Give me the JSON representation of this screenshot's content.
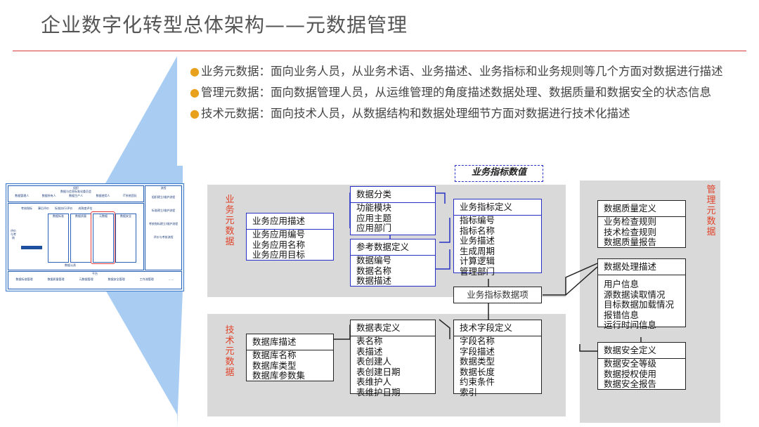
{
  "page": {
    "title": "企业数字化转型总体架构——元数据管理"
  },
  "bullets": [
    {
      "text": "业务元数据：面向业务人员，从业务术语、业务描述、业务指标和业务规则等几个方面对数据进行描述"
    },
    {
      "text": "管理元数据：面向数据管理人员，从运维管理的角度描述数据处理、数据质量和数据安全的状态信息"
    },
    {
      "text": "技术元数据：面向技术人员，从数据结构和数据处理细节方面对数据进行技术化描述"
    }
  ],
  "thumbnail": {
    "top_title": "组织",
    "top_sub": "数据与信息标准化委员会",
    "roles": [
      "数据管理人",
      "数据所有人",
      "数据生产人",
      "数据使用人",
      "IT系统团队"
    ],
    "side_top": "流程",
    "side_items": [
      "组织建立/维护流程",
      "标准建立/维护流程",
      "考核指标建立/维护流程",
      "评价与考核流程"
    ],
    "left_label": "评价与考核",
    "mid_labels": [
      "考核指标",
      "事后评价",
      "标准执行/评价",
      "成熟度评估"
    ],
    "columns": [
      "数据标准",
      "数据质量",
      "元数据",
      "数据安全"
    ],
    "bottom_label": "数据认责",
    "platform_title": "平台",
    "platform_items": [
      "数据标准管理",
      "数据质量管理",
      "元数据管理",
      "数据安全管理",
      "工作流管理",
      "......"
    ]
  },
  "diagram": {
    "side_labels": {
      "business": "业务元数据",
      "technical": "技术元数据",
      "management": "管理元数据"
    },
    "indicator_value": "业务指标数值",
    "center_item": "业务指标数据项",
    "boxes": {
      "data_category": {
        "title": "数据分类",
        "items": [
          "功能模块",
          "应用主题",
          "应用部门"
        ]
      },
      "app_desc": {
        "title": "业务应用描述",
        "items": [
          "业务应用编号",
          "业务应用名称",
          "业务应用目标"
        ]
      },
      "indicator_def": {
        "title": "业务指标定义",
        "items": [
          "指标编号",
          "指标名称",
          "业务描述",
          "生成周期",
          "计算逻辑",
          "管理部门"
        ]
      },
      "ref_data": {
        "title": "参考数据定义",
        "items": [
          "数据编号",
          "数据名称",
          "数据描述"
        ]
      },
      "quality": {
        "title": "数据质量定义",
        "items": [
          "业务检查规则",
          "技术检查规则",
          "数据质量报告"
        ]
      },
      "processing": {
        "title": "数据处理描述",
        "items": [
          "用户信息",
          "源数据读取情况",
          "目标数据加载情况",
          "报错信息",
          "运行时间信息"
        ]
      },
      "security": {
        "title": "数据安全定义",
        "items": [
          "数据安全等级",
          "数据授权使用",
          "数据安全报告"
        ]
      },
      "db_desc": {
        "title": "数据库描述",
        "items": [
          "数据库名称",
          "数据库类型",
          "数据库参数集"
        ]
      },
      "table_def": {
        "title": "数据表定义",
        "items": [
          "表名称",
          "表描述",
          "表创建人",
          "表创建日期",
          "表维护人",
          "表维护日期"
        ]
      },
      "field_def": {
        "title": "技术字段定义",
        "items": [
          "字段名称",
          "字段描述",
          "数据类型",
          "数据长度",
          "约束条件",
          "索引"
        ]
      }
    }
  }
}
